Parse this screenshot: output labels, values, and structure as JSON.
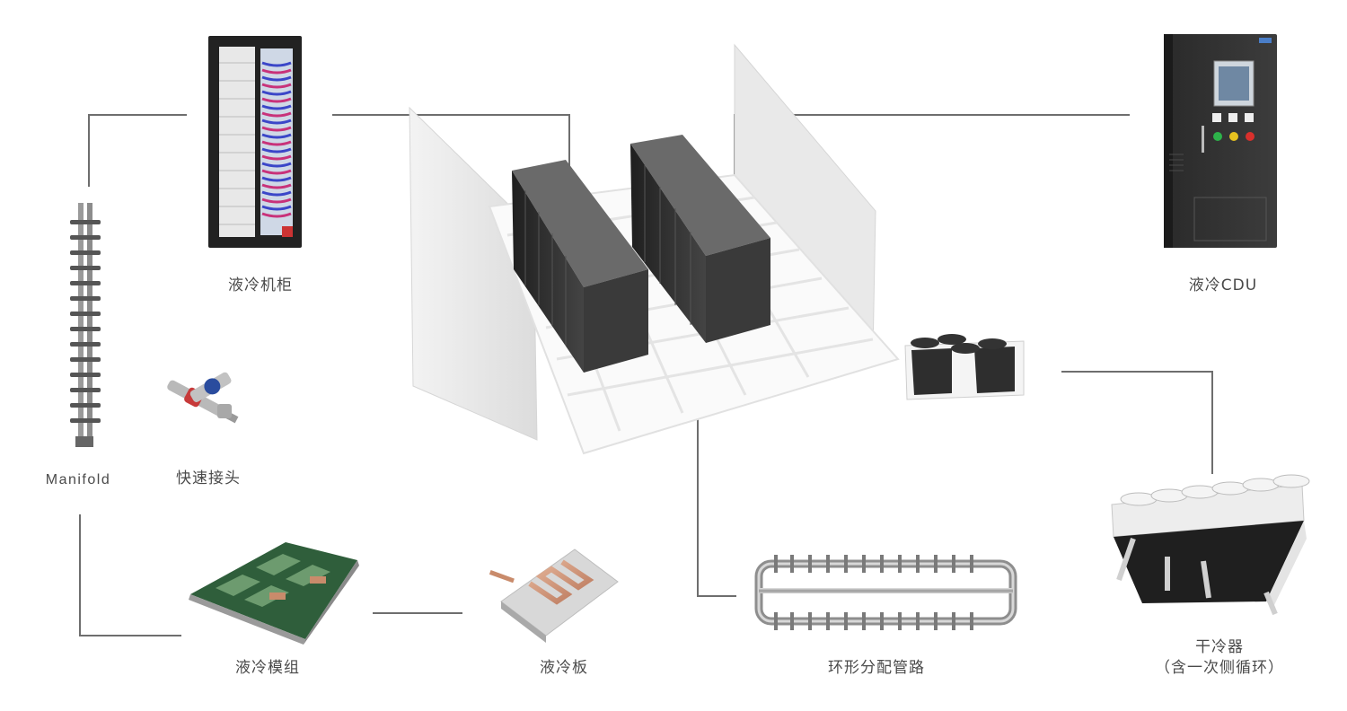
{
  "labels": {
    "cabinet": "液冷机柜",
    "cdu": "液冷CDU",
    "manifold": "Manifold",
    "quick_connector": "快速接头",
    "module": "液冷模组",
    "cold_plate": "液冷板",
    "ring_pipe": "环形分配管路",
    "dry_cooler": "干冷器",
    "dry_cooler_note": "（含一次侧循环）"
  },
  "colors": {
    "connector_line": "#6e6e6e",
    "label_text": "#4a4a4a",
    "rack_dark": "#2b2b2b",
    "floor_grid": "#e6e6e6",
    "copper": "#c98b6b",
    "status_green": "#2db34a",
    "status_yellow": "#e8c21f",
    "status_red": "#d9302c"
  }
}
